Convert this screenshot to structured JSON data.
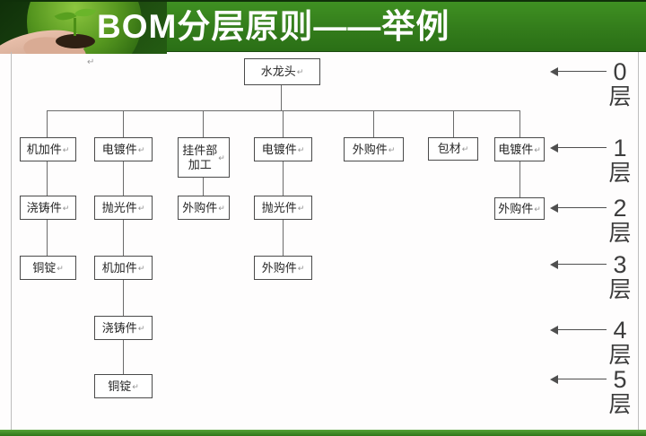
{
  "header": {
    "title": "BOM分层原则——举例"
  },
  "marks": {
    "return": "↵"
  },
  "tree": {
    "nodes": [
      {
        "label": "水龙头"
      },
      {
        "label": "机加件"
      },
      {
        "label": "电镀件"
      },
      {
        "label": "挂件部\n加工"
      },
      {
        "label": "电镀件"
      },
      {
        "label": "外购件"
      },
      {
        "label": "包材"
      },
      {
        "label": "电镀件"
      },
      {
        "label": "浇铸件"
      },
      {
        "label": "抛光件"
      },
      {
        "label": "外购件"
      },
      {
        "label": "抛光件"
      },
      {
        "label": "外购件"
      },
      {
        "label": "铜锭"
      },
      {
        "label": "机加件"
      },
      {
        "label": "外购件"
      },
      {
        "label": "浇铸件"
      },
      {
        "label": "铜锭"
      }
    ]
  },
  "layers": [
    {
      "num": "0",
      "unit": "层"
    },
    {
      "num": "1",
      "unit": "层"
    },
    {
      "num": "2",
      "unit": "层"
    },
    {
      "num": "3",
      "unit": "层"
    },
    {
      "num": "4",
      "unit": "层"
    },
    {
      "num": "5",
      "unit": "层"
    }
  ],
  "colors": {
    "header_green": "#337c1b",
    "line_gray": "#6b6b6b",
    "box_border": "#4a4a4a"
  }
}
